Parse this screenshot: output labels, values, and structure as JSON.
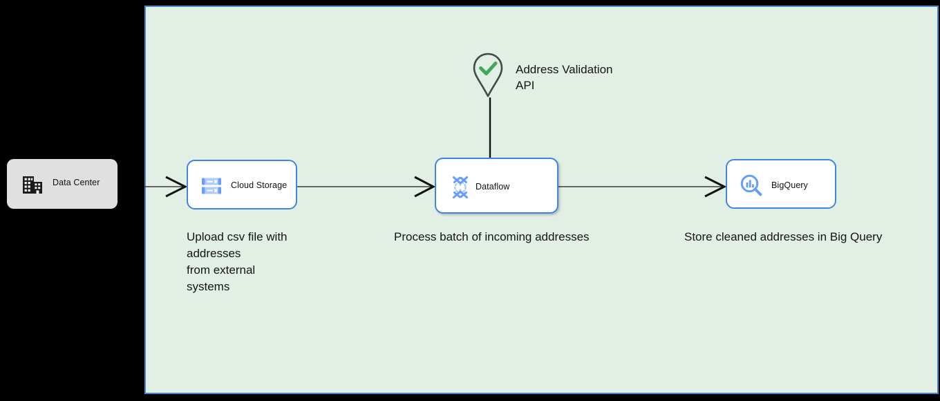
{
  "diagram": {
    "background_color": "#000000",
    "cloud_zone": {
      "name": "cloud-region-container",
      "fill_color": "#e2efe4",
      "border_color": "#4a86c8"
    },
    "nodes": [
      {
        "id": "datacenter",
        "label": "Data Center",
        "icon": "building-icon",
        "fill_color": "#e0e0e0",
        "label_color": "#111111"
      },
      {
        "id": "cloudstorage",
        "label": "Cloud Storage",
        "icon": "cloud-storage-icon",
        "fill_color": "#ffffff",
        "border_color": "#3d85e0",
        "icon_color": "#669df6"
      },
      {
        "id": "dataflow",
        "label": "Dataflow",
        "icon": "dataflow-icon",
        "fill_color": "#ffffff",
        "border_color": "#3d85e0",
        "icon_color": "#669df6"
      },
      {
        "id": "bigquery",
        "label": "BigQuery",
        "icon": "bigquery-icon",
        "fill_color": "#ffffff",
        "border_color": "#3d85e0",
        "icon_color": "#669df6"
      }
    ],
    "external_api": {
      "label": "Address Validation\nAPI",
      "icon": "map-pin-check-icon",
      "pin_color": "#3f4a4a",
      "check_color": "#3fa85b"
    },
    "captions": {
      "upload": "Upload csv file with addresses\nfrom external\nsystems",
      "process": "Process batch of incoming addresses",
      "store": "Store cleaned addresses in Big Query"
    },
    "connectors": [
      {
        "name": "datacenter-to-cloudstorage",
        "style": "arrow"
      },
      {
        "name": "cloudstorage-to-dataflow",
        "style": "arrow"
      },
      {
        "name": "dataflow-to-bigquery",
        "style": "arrow"
      },
      {
        "name": "validation-api-to-dataflow",
        "style": "plain-line"
      }
    ]
  }
}
